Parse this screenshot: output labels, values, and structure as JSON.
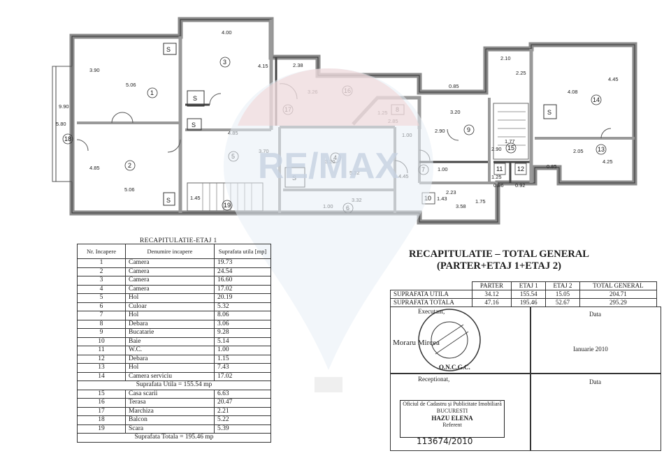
{
  "plan": {
    "rooms": [
      "1",
      "2",
      "3",
      "4",
      "5",
      "6",
      "7",
      "8",
      "9",
      "10",
      "11",
      "12",
      "13",
      "14",
      "15",
      "16",
      "17",
      "18",
      "19"
    ],
    "dims": {
      "d390": "3.90",
      "d506a": "5.06",
      "d990": "9.90",
      "d580": "5.80",
      "d485a": "4.85",
      "d506b": "5.06",
      "d400": "4.00",
      "d415": "4.15",
      "d238": "2.38",
      "d326": "3.26",
      "d485b": "4.85",
      "d370": "3.70",
      "d145": "1.45",
      "d320a": "3.20",
      "d532a": "5.32",
      "d100a": "1.00",
      "d332": "3.32",
      "d125": "1.25",
      "d285": "2.85",
      "d100b": "1.00",
      "d445": "4.45",
      "d100c": "1.00",
      "d085a": "0.85",
      "d320b": "3.20",
      "d290a": "2.90",
      "d290b": "2.90",
      "d177": "1.77",
      "d210": "2.10",
      "d225": "2.25",
      "d445b": "4.45",
      "d408": "4.08",
      "d205": "2.05",
      "d425": "4.25",
      "d085b": "0.85",
      "d223": "2.23",
      "d143": "1.43",
      "d358": "3.58",
      "d175": "1.75",
      "d086": "0.86",
      "d092": "0.92",
      "d025": "1.25"
    },
    "stair_mark": "S"
  },
  "watermark": {
    "brand": "RE/MAX"
  },
  "etaj": {
    "title": "RECAPITULATIE-ETAJ 1",
    "headers": [
      "Nr. Incapere",
      "Denumire incapere",
      "Suprafata utila [mp]"
    ],
    "rows": [
      [
        "1",
        "Camera",
        "19.73"
      ],
      [
        "2",
        "Camera",
        "24.54"
      ],
      [
        "3",
        "Camera",
        "16.60"
      ],
      [
        "4",
        "Camera",
        "17.02"
      ],
      [
        "5",
        "Hol",
        "20.19"
      ],
      [
        "6",
        "Culoar",
        "5.32"
      ],
      [
        "7",
        "Hol",
        "8.06"
      ],
      [
        "8",
        "Debara",
        "3.06"
      ],
      [
        "9",
        "Bucatarie",
        "9.28"
      ],
      [
        "10",
        "Baie",
        "5.14"
      ],
      [
        "11",
        "W.C.",
        "1.00"
      ],
      [
        "12",
        "Debara",
        "1.15"
      ],
      [
        "13",
        "Hol",
        "7.43"
      ],
      [
        "14",
        "Camera serviciu",
        "17.02"
      ]
    ],
    "subtotal": "Suprafata Utila = 155.54 mp",
    "rows2": [
      [
        "15",
        "Casa scarii",
        "6.63"
      ],
      [
        "16",
        "Terasa",
        "20.47"
      ],
      [
        "17",
        "Marchiza",
        "2.21"
      ],
      [
        "18",
        "Balcon",
        "5.22"
      ],
      [
        "19",
        "Scara",
        "5.39"
      ]
    ],
    "total": "Suprafata Totala = 195.46 mp"
  },
  "recap": {
    "line1": "RECAPITULATIE – TOTAL GENERAL",
    "line2": "(PARTER+ETAJ 1+ETAJ 2)"
  },
  "general": {
    "headers": [
      "",
      "PARTER",
      "ETAJ 1",
      "ETAJ 2",
      "TOTAL GENERAL"
    ],
    "rows": [
      [
        "SUPRAFATA UTILA",
        "34.12",
        "155.54",
        "15.05",
        "204.71"
      ],
      [
        "SUPRAFATA TOTALA",
        "47.16",
        "195.46",
        "52.67",
        "295.29"
      ]
    ]
  },
  "signoff": {
    "executant": "Executant,",
    "data1": "Data",
    "author": "Moraru Mircea",
    "date_val": "Ianuarie 2010",
    "receptionat": "Receptionat,",
    "data2": "Data",
    "stamp_l1": "Oficiul de Cadastru și Publicitate Imobiliară",
    "stamp_l2": "BUCURESTI",
    "stamp_l3": "HAZU ELENA",
    "stamp_l4": "Referent",
    "ref_no": "113674/2010",
    "seal_text": "O.N.C.G.C."
  }
}
